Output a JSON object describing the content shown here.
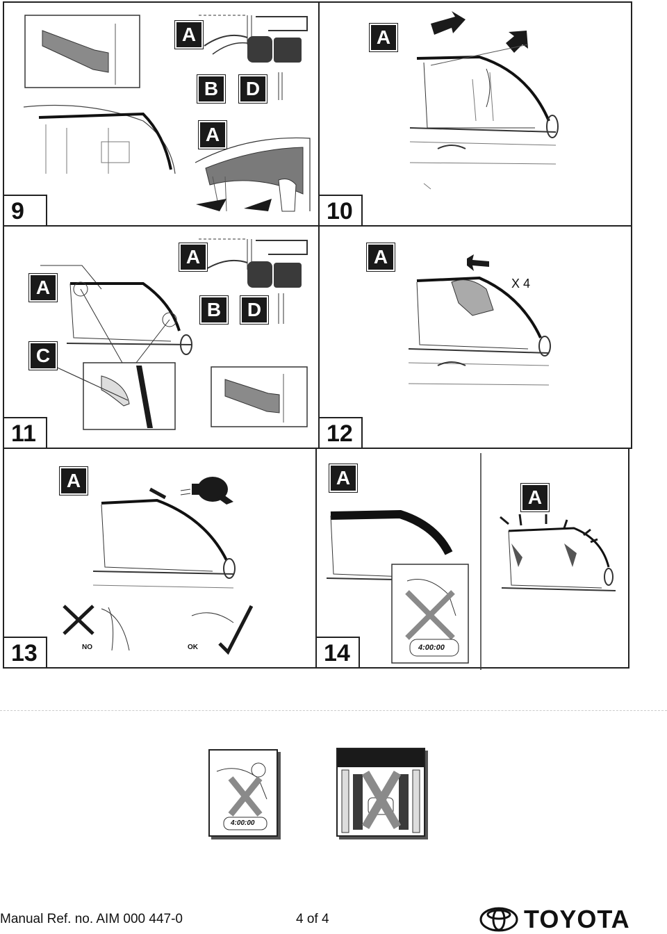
{
  "steps": {
    "s9": "9",
    "s10": "10",
    "s11": "11",
    "s12": "12",
    "s13": "13",
    "s14": "14"
  },
  "labels": {
    "a": "A",
    "b": "B",
    "c": "C",
    "d": "D"
  },
  "annotations": {
    "repeat": "X 4",
    "no": "NO",
    "ok": "OK",
    "timer": "4:00:00"
  },
  "footer": {
    "manual_ref": "Manual Ref. no. AIM 000 447-0",
    "page": "4 of 4",
    "brand": "TOYOTA"
  },
  "icons": [
    "arrow-icon",
    "hair-dryer-icon",
    "hand-icon",
    "cross-icon",
    "check-icon",
    "timer-icon",
    "car-wash-icon",
    "toyota-logo-icon"
  ]
}
